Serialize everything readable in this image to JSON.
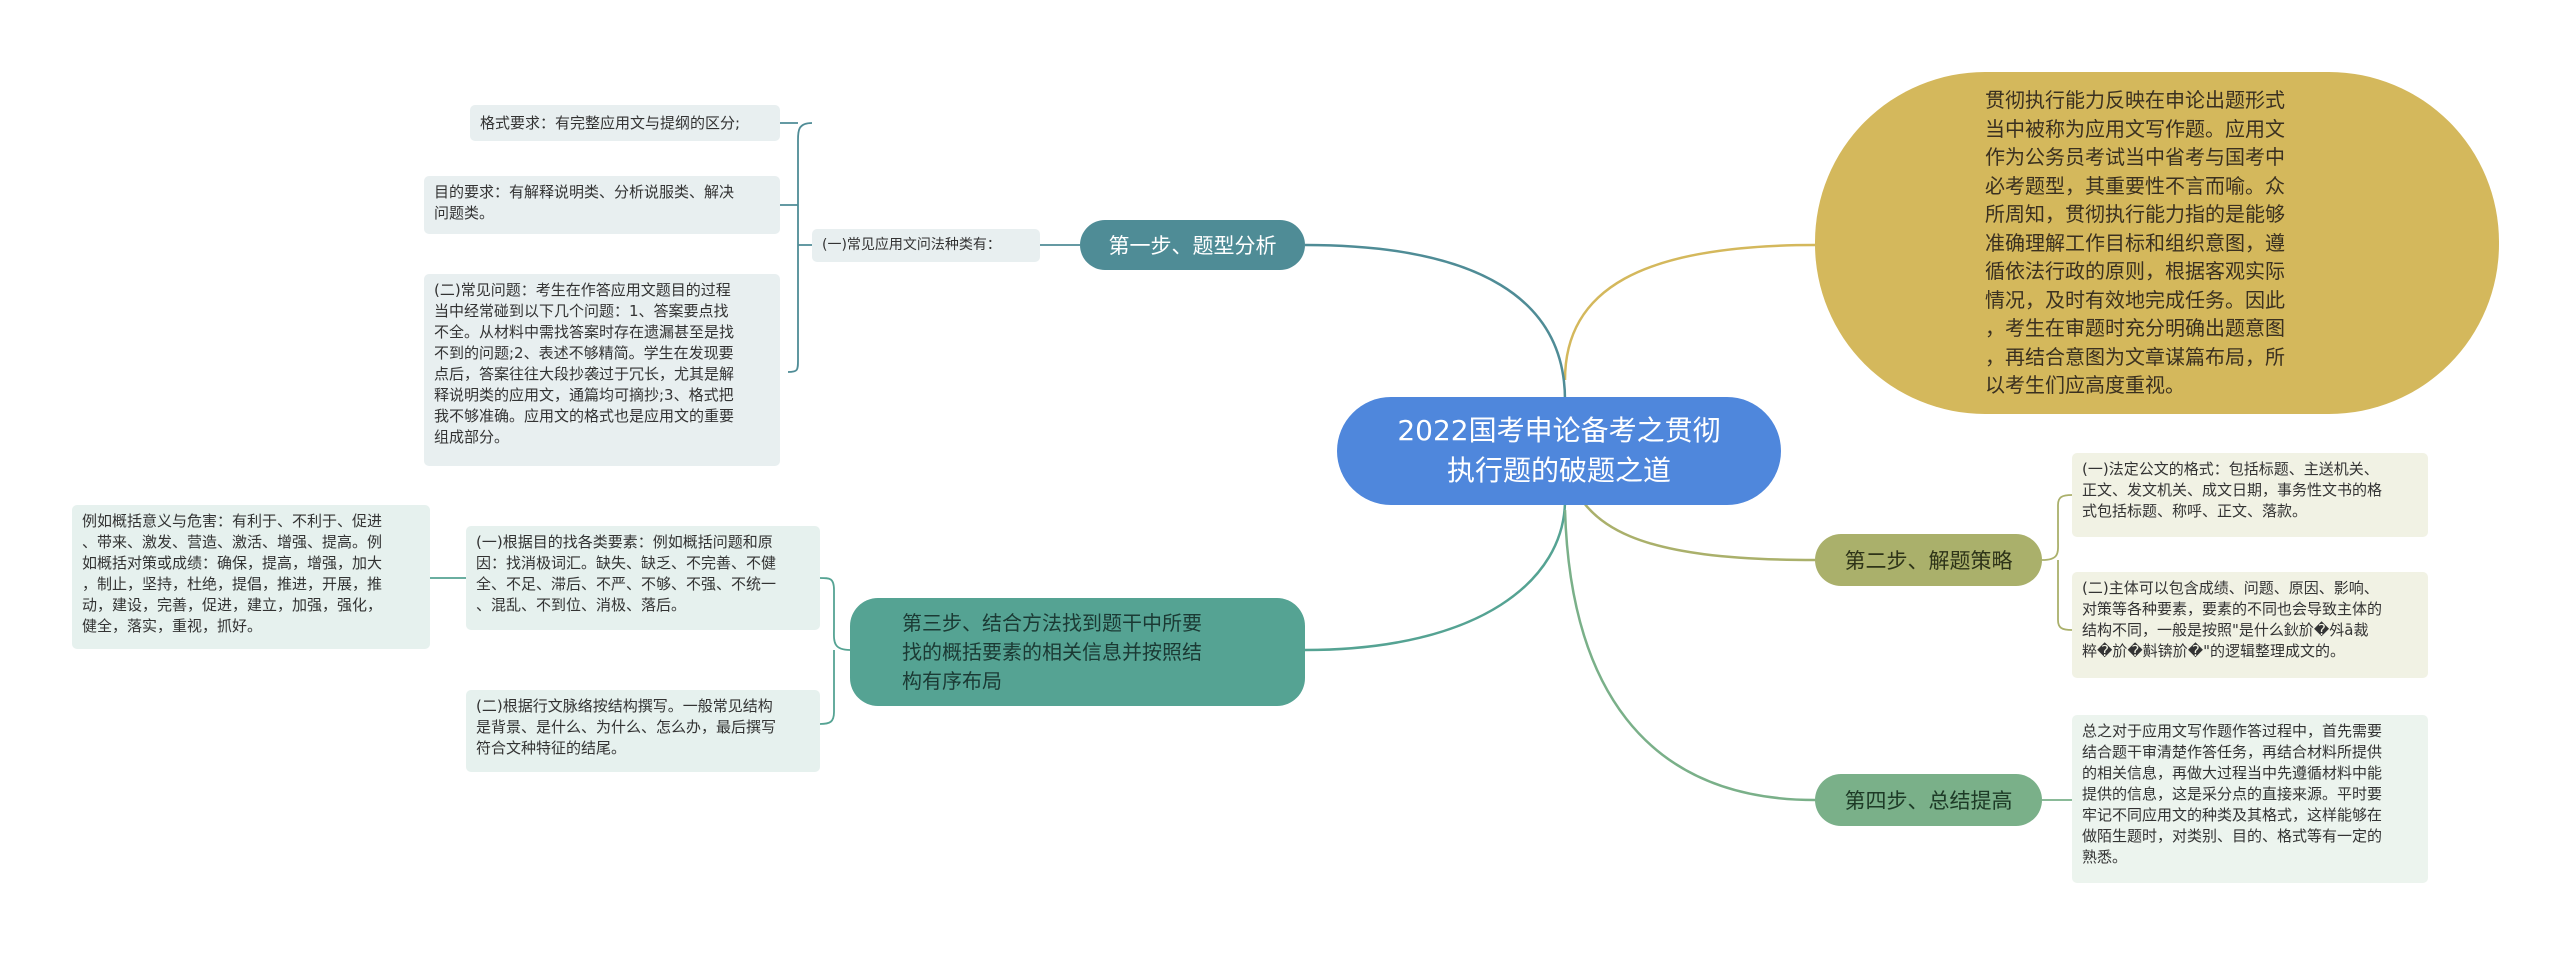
{
  "root": {
    "title": "2022国考申论备考之贯彻\n执行题的破题之道"
  },
  "intro": {
    "text": "贯彻执行能力反映在申论出题形式\n当中被称为应用文写作题。应用文\n作为公务员考试当中省考与国考中\n必考题型，其重要性不言而喻。众\n所周知，贯彻执行能力指的是能够\n准确理解工作目标和组织意图，遵\n循依法行政的原则，根据客观实际\n情况，及时有效地完成任务。因此\n，考生在审题时充分明确出题意图\n，再结合意图为文章谋篇布局，所\n以考生们应高度重视。"
  },
  "step1": {
    "label": "第一步、题型分析",
    "sub": "(一)常见应用文问法种类有：",
    "items": [
      "格式要求：有完整应用文与提纲的区分;",
      "目的要求：有解释说明类、分析说服类、解决\n问题类。",
      "(二)常见问题：考生在作答应用文题目的过程\n当中经常碰到以下几个问题：1、答案要点找\n不全。从材料中需找答案时存在遗漏甚至是找\n不到的问题;2、表述不够精简。学生在发现要\n点后，答案往往大段抄袭过于冗长，尤其是解\n释说明类的应用文，通篇均可摘抄;3、格式把\n我不够准确。应用文的格式也是应用文的重要\n组成部分。"
    ]
  },
  "step2": {
    "label": "第二步、解题策略",
    "items": [
      "(一)法定公文的格式：包括标题、主送机关、\n正文、发文机关、成文日期，事务性文书的格\n式包括标题、称呼、正文、落款。",
      "(二)主体可以包含成绩、问题、原因、影响、\n对策等各种要素，要素的不同也会导致主体的\n结构不同，一般是按照\"是什么鈥斺�斘ā裁\n粹�斺�斢锛斺�\"的逻辑整理成文的。"
    ]
  },
  "step3": {
    "label": "第三步、结合方法找到题干中所要\n找的概括要素的相关信息并按照结\n构有序布局",
    "items": [
      "(一)根据目的找各类要素：例如概括问题和原\n因：找消极词汇。缺失、缺乏、不完善、不健\n全、不足、滞后、不严、不够、不强、不统一\n、混乱、不到位、消极、落后。",
      "(二)根据行文脉络按结构撰写。一般常见结构\n是背景、是什么、为什么、怎么办，最后撰写\n符合文种特征的结尾。"
    ],
    "detail": "例如概括意义与危害：有利于、不利于、促进\n、带来、激发、营造、激活、增强、提高。例\n如概括对策或成绩：确保，提高，增强，加大\n，制止，坚持，杜绝，提倡，推进，开展，推\n动，建设，完善，促进，建立，加强，强化，\n健全，落实，重视，抓好。"
  },
  "step4": {
    "label": "第四步、总结提高",
    "items": [
      "总之对于应用文写作题作答过程中，首先需要\n结合题干审清楚作答任务，再结合材料所提供\n的相关信息，再做大过程当中先遵循材料中能\n提供的信息，这是采分点的直接来源。平时要\n牢记不同应用文的种类及其格式，这样能够在\n做陌生题时，对类别、目的、格式等有一定的\n熟悉。"
    ]
  },
  "colors": {
    "root": "#4f87dc",
    "step1": "#4f8c96",
    "step2": "#aab06b",
    "step3": "#55a393",
    "step4": "#7ab089",
    "intro": "#d4b85c"
  }
}
